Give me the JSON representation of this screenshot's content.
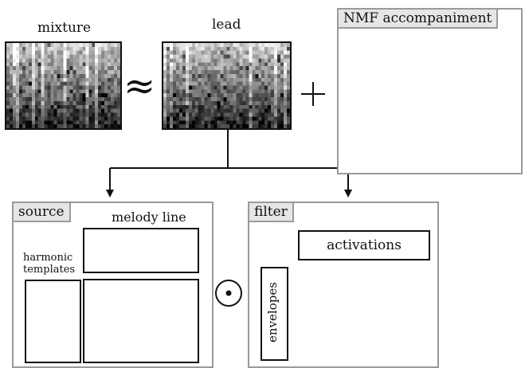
{
  "labels": {
    "mixture": "mixture",
    "lead": "lead",
    "nmf_title": "NMF accompaniment",
    "source_title": "source",
    "melody_line": "melody line",
    "harmonic_templates_1": "harmonic",
    "harmonic_templates_2": "templates",
    "filter_title": "filter",
    "activations": "activations",
    "envelopes": "envelopes"
  },
  "operators": {
    "approx": "≈",
    "plus": "+",
    "odot": "⊙"
  },
  "colors": {
    "panel_border": "#9a9a9a",
    "tab_fill": "#e6e6e6",
    "ink": "#111111",
    "spectrogram_dark": "#1a1a1a",
    "spectrogram_light": "#e8e8e8"
  }
}
